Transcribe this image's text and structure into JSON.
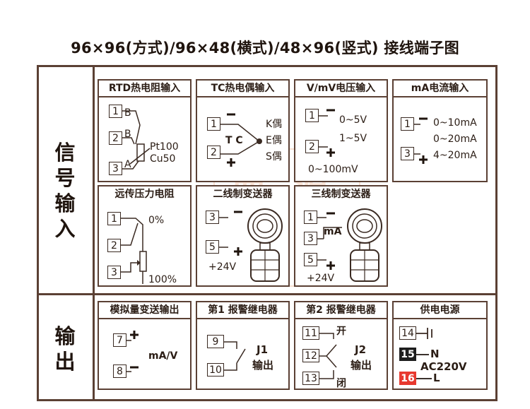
{
  "title": "96×96(方式)/96×48(横式)/48×96(竖式) 接线端子图",
  "sections": {
    "signal_input": "信号输入",
    "output": "输出"
  },
  "watermark": [
    "西",
    "源",
    "仪",
    "表"
  ],
  "rtd": {
    "title": "RTD热电阻输入",
    "terminals": [
      "1",
      "2",
      "3"
    ],
    "letters": [
      "B",
      "B",
      "A"
    ],
    "labels": [
      "Pt100",
      "Cu50"
    ]
  },
  "tc": {
    "title": "TC热电偶输入",
    "terminals": [
      "1",
      "2"
    ],
    "tc_label": "T C",
    "types": [
      "K偶",
      "E偶",
      "S偶"
    ]
  },
  "voltage": {
    "title": "V/mV电压输入",
    "terminals": [
      "1",
      "2"
    ],
    "ranges": [
      "0~5V",
      "1~5V",
      "0~100mV"
    ]
  },
  "current": {
    "title": "mA电流输入",
    "terminals": [
      "1",
      "3"
    ],
    "ranges": [
      "0~10mA",
      "0~20mA",
      "4~20mA"
    ]
  },
  "pressure": {
    "title": "远传压力电阻",
    "terminals": [
      "1",
      "2",
      "3"
    ],
    "labels": [
      "0%",
      "100%"
    ]
  },
  "two_wire": {
    "title": "二线制变送器",
    "terminals": [
      "3",
      "5"
    ],
    "supply": "+24V"
  },
  "three_wire": {
    "title": "三线制变送器",
    "terminals": [
      "1",
      "3",
      "5"
    ],
    "unit": "mA",
    "supply": "+24V"
  },
  "analog_out": {
    "title": "模拟量变送输出",
    "terminals": [
      "7",
      "8"
    ],
    "unit": "mA/V"
  },
  "alarm1": {
    "title": "第1 报警继电器",
    "terminals": [
      "9",
      "10"
    ],
    "relay": "J1",
    "out": "输出"
  },
  "alarm2": {
    "title": "第2 报警继电器",
    "terminals": [
      "11",
      "12",
      "13"
    ],
    "open": "开",
    "close": "闭",
    "relay": "J2",
    "out": "输出"
  },
  "power": {
    "title": "供电电源",
    "terminals": [
      "14",
      "15",
      "16"
    ],
    "labels": [
      "N",
      "AC220V",
      "L"
    ]
  }
}
